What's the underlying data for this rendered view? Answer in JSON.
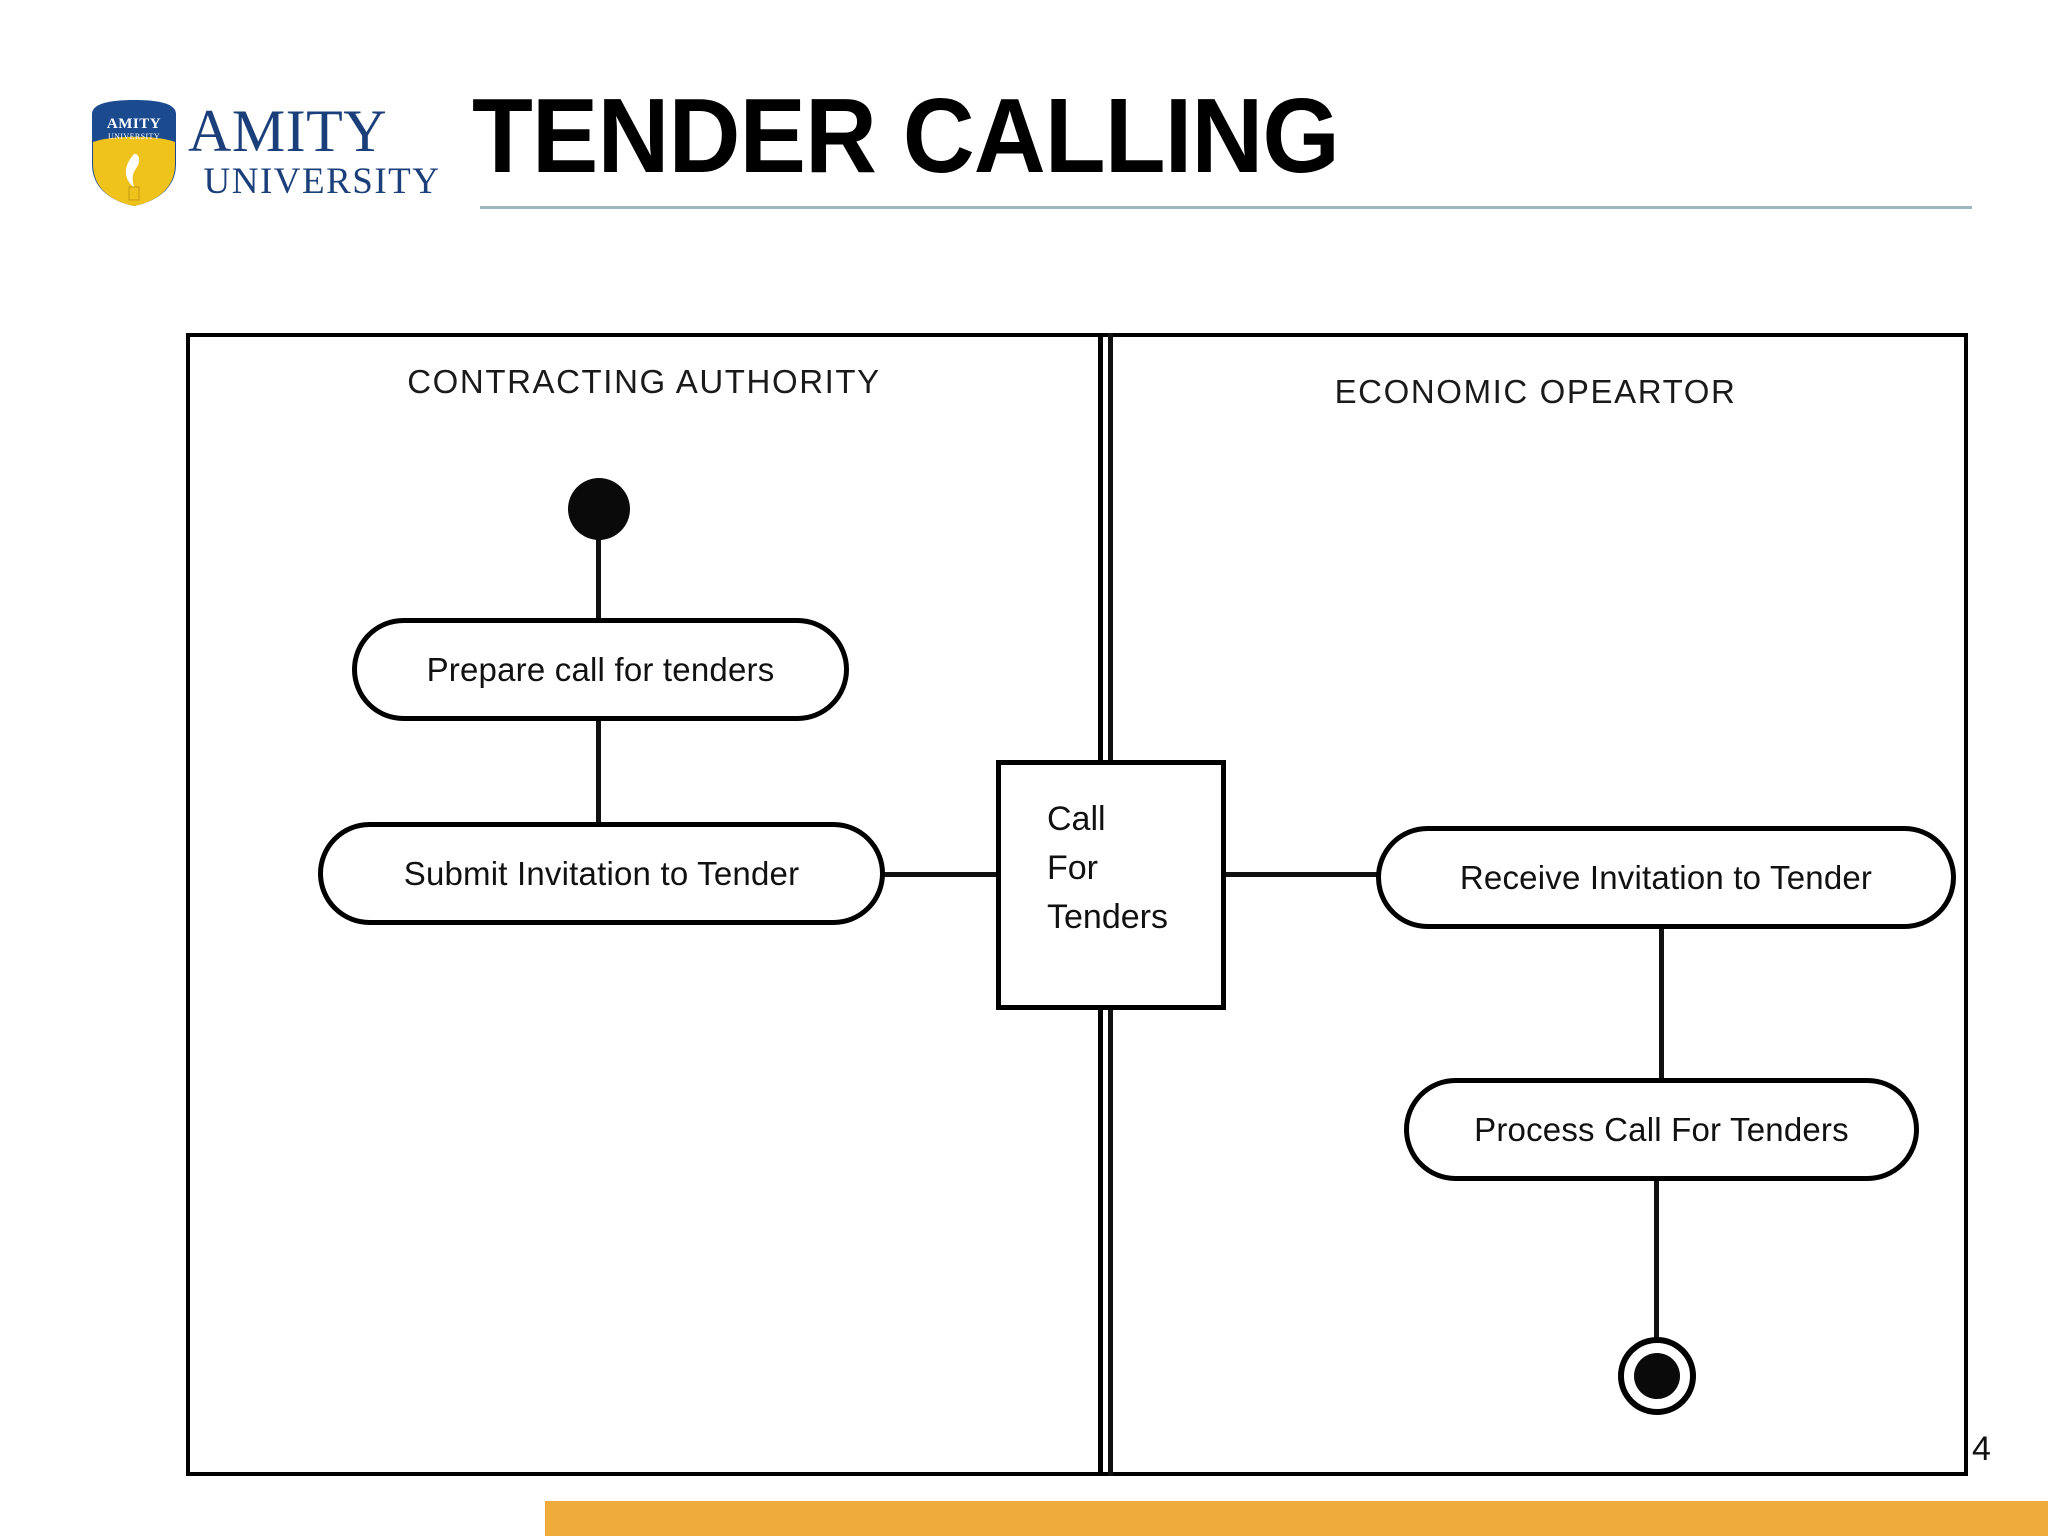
{
  "header": {
    "title": "TENDER CALLING",
    "logo": {
      "name": "amity-university-logo",
      "wordmark_primary": "AMITY",
      "wordmark_secondary": "UNIVERSITY",
      "shield_text_top": "AMITY",
      "shield_text_bottom": "UNIVERSITY",
      "shield_blue": "#1b4a8f",
      "shield_gold": "#f0c21c",
      "wordmark_color": "#1b3f7a"
    },
    "rule_color": "#9fb8bf"
  },
  "diagram": {
    "type": "uml-activity-diagram",
    "lanes": [
      {
        "id": "contracting-authority",
        "title": "CONTRACTING AUTHORITY"
      },
      {
        "id": "economic-operator",
        "title": "ECONOMIC OPEARTOR"
      }
    ],
    "nodes": {
      "initial": {
        "kind": "initial-node",
        "label": ""
      },
      "prepare_call": {
        "kind": "activity",
        "label": "Prepare call for tenders"
      },
      "submit_invitation": {
        "kind": "activity",
        "label": "Submit Invitation to Tender"
      },
      "call_for_tenders": {
        "kind": "object-node",
        "lines": [
          "Call",
          "For",
          "Tenders"
        ]
      },
      "receive_invitation": {
        "kind": "activity",
        "label": "Receive Invitation to Tender"
      },
      "process_call": {
        "kind": "activity",
        "label": "Process Call For Tenders"
      },
      "final": {
        "kind": "final-node",
        "label": ""
      }
    },
    "edges": [
      {
        "from": "initial",
        "to": "prepare_call"
      },
      {
        "from": "prepare_call",
        "to": "submit_invitation"
      },
      {
        "from": "submit_invitation",
        "to": "call_for_tenders"
      },
      {
        "from": "call_for_tenders",
        "to": "receive_invitation"
      },
      {
        "from": "receive_invitation",
        "to": "process_call"
      },
      {
        "from": "process_call",
        "to": "final"
      }
    ]
  },
  "footer": {
    "page_number": "4",
    "bar_color": "#efac3a"
  }
}
